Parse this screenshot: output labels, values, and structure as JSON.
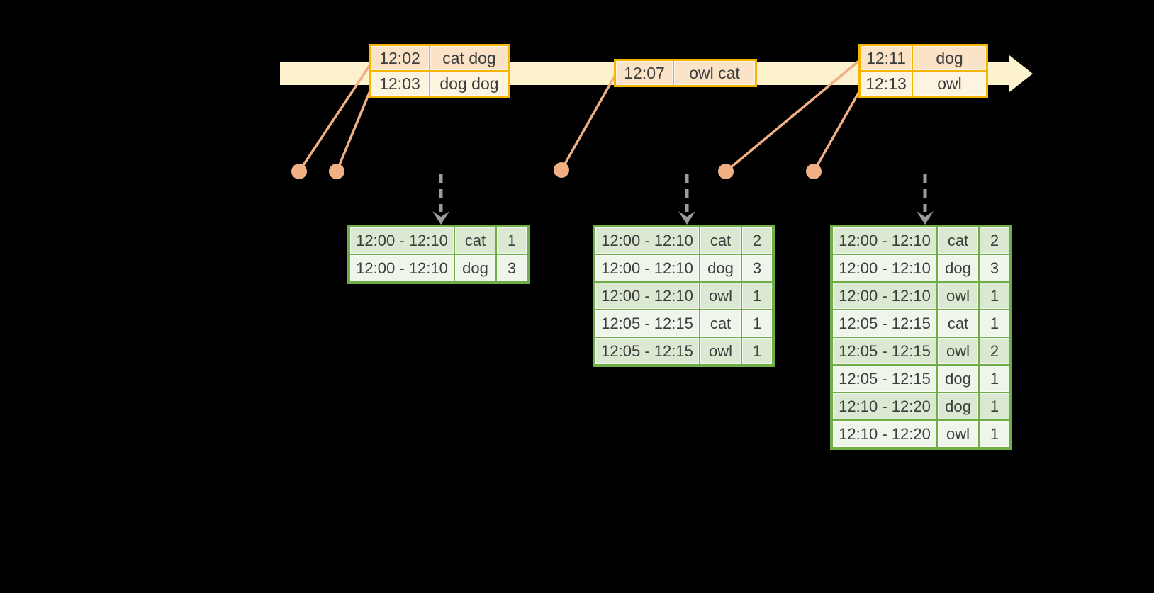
{
  "diagram": {
    "kind": "windowed-stream-aggregation-timeline",
    "colors": {
      "background": "#000000",
      "timeline_band": "#FCF2CD",
      "event_table_border": "#F4B400",
      "event_row_peach": "#FAE3C6",
      "event_row_cream": "#FDF4DF",
      "event_dot": "#F1AF84",
      "trigger_arrow": "#9C9C9C",
      "result_table_border": "#6FAD46",
      "result_row_dark": "#DCE9D2",
      "result_row_light": "#F0F5EC",
      "text": "#3D3D3D"
    }
  },
  "event_tables": [
    {
      "rows": [
        {
          "time": "12:02",
          "words": "cat dog"
        },
        {
          "time": "12:03",
          "words": "dog dog"
        }
      ]
    },
    {
      "rows": [
        {
          "time": "12:07",
          "words": "owl cat"
        }
      ]
    },
    {
      "rows": [
        {
          "time": "12:11",
          "words": "dog"
        },
        {
          "time": "12:13",
          "words": "owl"
        }
      ]
    }
  ],
  "result_tables": [
    {
      "rows": [
        [
          "12:00 - 12:10",
          "cat",
          "1"
        ],
        [
          "12:00 - 12:10",
          "dog",
          "3"
        ]
      ]
    },
    {
      "rows": [
        [
          "12:00 - 12:10",
          "cat",
          "2"
        ],
        [
          "12:00 - 12:10",
          "dog",
          "3"
        ],
        [
          "12:00 - 12:10",
          "owl",
          "1"
        ],
        [
          "12:05 - 12:15",
          "cat",
          "1"
        ],
        [
          "12:05 - 12:15",
          "owl",
          "1"
        ]
      ]
    },
    {
      "rows": [
        [
          "12:00 - 12:10",
          "cat",
          "2"
        ],
        [
          "12:00 - 12:10",
          "dog",
          "3"
        ],
        [
          "12:00 - 12:10",
          "owl",
          "1"
        ],
        [
          "12:05 - 12:15",
          "cat",
          "1"
        ],
        [
          "12:05 - 12:15",
          "owl",
          "2"
        ],
        [
          "12:05 - 12:15",
          "dog",
          "1"
        ],
        [
          "12:10 - 12:20",
          "dog",
          "1"
        ],
        [
          "12:10 - 12:20",
          "owl",
          "1"
        ]
      ]
    }
  ]
}
